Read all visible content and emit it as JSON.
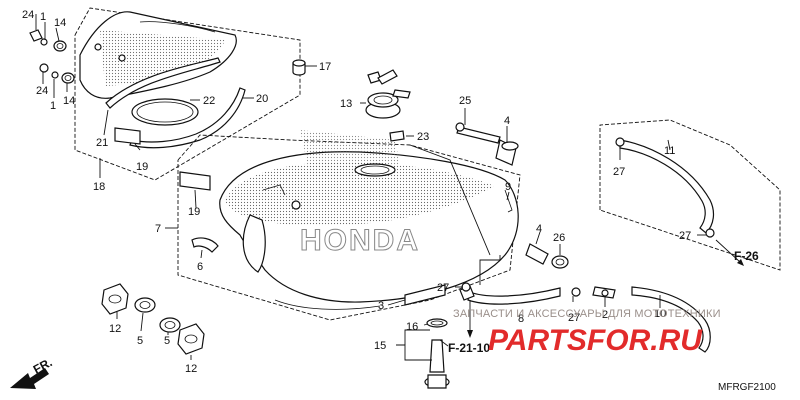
{
  "callouts": {
    "c1a": "1",
    "c1b": "1",
    "c2": "2",
    "c3": "3",
    "c4a": "4",
    "c4b": "4",
    "c5a": "5",
    "c5b": "5",
    "c6": "6",
    "c7": "7",
    "c8": "8",
    "c9": "9",
    "c10": "10",
    "c11": "11",
    "c12a": "12",
    "c12b": "12",
    "c13": "13",
    "c14a": "14",
    "c14b": "14",
    "c15": "15",
    "c16": "16",
    "c17": "17",
    "c18": "18",
    "c19a": "19",
    "c19b": "19",
    "c20": "20",
    "c21": "21",
    "c22": "22",
    "c23": "23",
    "c24a": "24",
    "c24b": "24",
    "c25": "25",
    "c26": "26",
    "c27a": "27",
    "c27b": "27",
    "c27c": "27",
    "c27d": "27"
  },
  "refs": {
    "f26": "F-26",
    "f2110": "F-21-10",
    "fr": "FR."
  },
  "tank_brand": "HONDA",
  "watermark": {
    "caption": "ЗАПЧАСТИ И АКСЕССУАРЫ ДЛЯ МОТОТЕХНИКИ",
    "logo": "PARTSFOR.RU"
  },
  "diagram_code": "MFRGF2100",
  "colors": {
    "watermark_red": "#e22b2b",
    "watermark_grey": "#9a8f8a",
    "line": "#111111"
  }
}
